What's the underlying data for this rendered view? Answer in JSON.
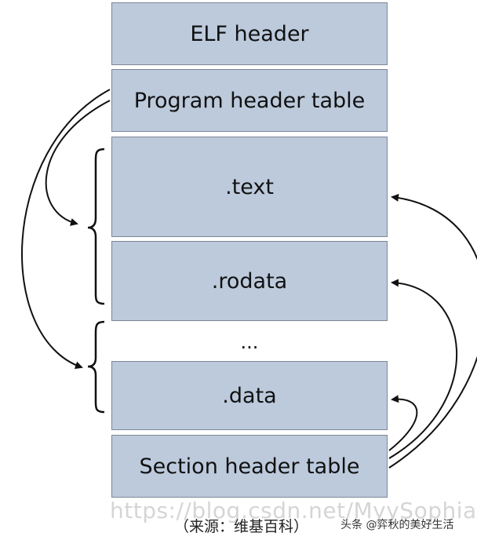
{
  "blocks": {
    "elf_header": "ELF header",
    "program_header_table": "Program header table",
    "text": ".text",
    "rodata": ".rodata",
    "ellipsis": "...",
    "data": ".data",
    "section_header_table": "Section header table"
  },
  "watermark": "https://blog.csdn.net/MyySophia",
  "caption": "（来源：维基百科）",
  "credit": "头条 @弈秋的美好生活",
  "colors": {
    "block_fill": "#bccadc",
    "block_border": "#7d8795",
    "arrow": "#111111"
  }
}
